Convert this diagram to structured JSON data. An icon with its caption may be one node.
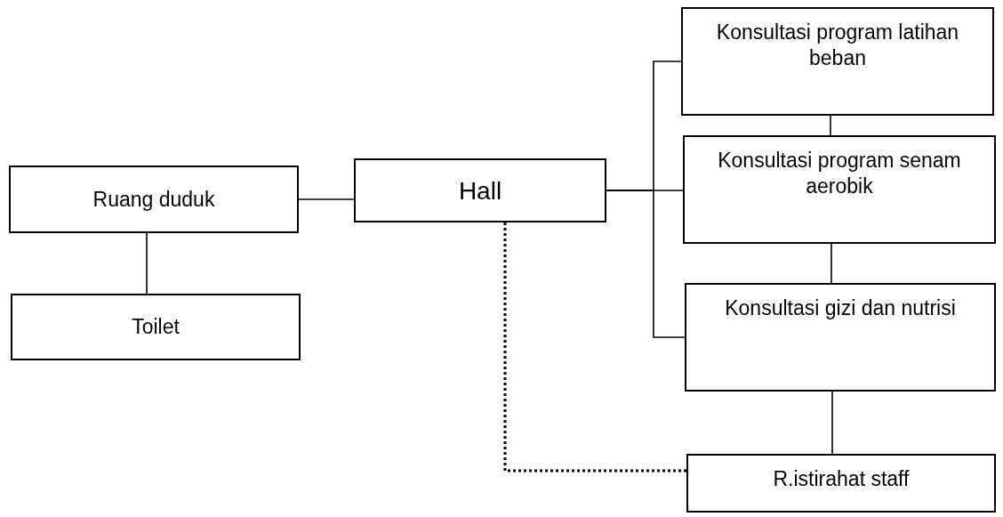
{
  "diagram": {
    "nodes": [
      {
        "text": [
          "Ruang duduk"
        ]
      },
      {
        "text": [
          "Toilet"
        ]
      },
      {
        "text": [
          "Hall"
        ]
      },
      {
        "text": [
          "Konsultasi program latihan beban"
        ]
      },
      {
        "text": [
          "Konsultasi program senam aerobik"
        ]
      },
      {
        "text": [
          "Konsultasi gizi dan nutrisi"
        ]
      },
      {
        "text": [
          "R.istirahat staff"
        ]
      }
    ],
    "edges": [
      {
        "from": 0,
        "to": 2,
        "arrow": "none"
      },
      {
        "from": 0,
        "to": 1,
        "arrow": "none"
      },
      {
        "from": 2,
        "to": 3,
        "arrow": "none"
      },
      {
        "from": 2,
        "to": 4,
        "arrow": "none"
      },
      {
        "from": 2,
        "to": 5,
        "arrow": "none"
      },
      {
        "from": 3,
        "to": 4,
        "arrow": "none"
      },
      {
        "from": 4,
        "to": 5,
        "arrow": "none"
      },
      {
        "from": 5,
        "to": 6,
        "arrow": "none"
      },
      {
        "from": 2,
        "to": 6,
        "arrow": "none",
        "style": "dashed"
      }
    ]
  }
}
